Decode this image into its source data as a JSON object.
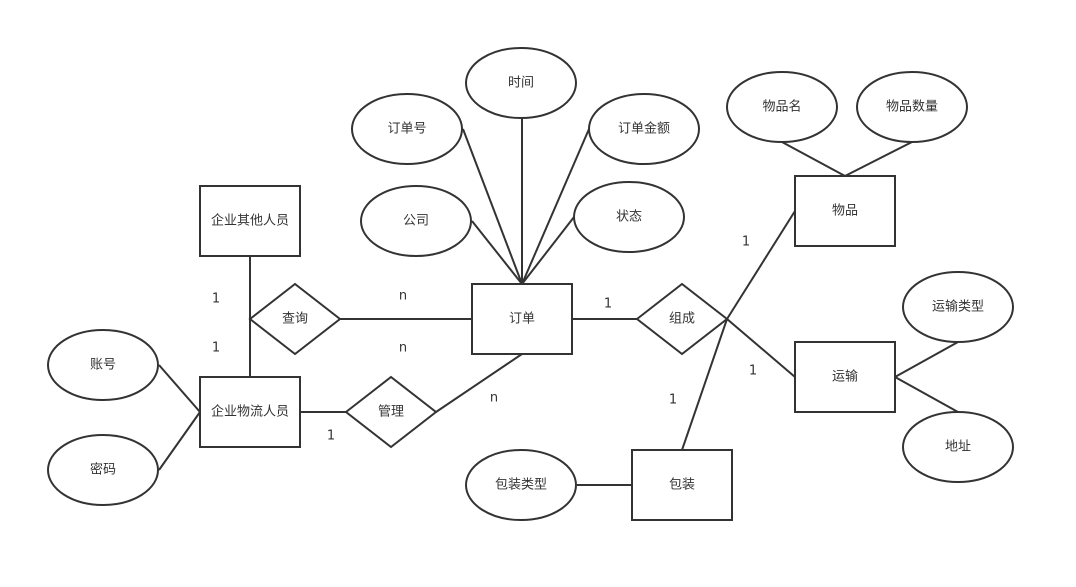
{
  "diagram": {
    "type": "er-diagram",
    "entities": [
      {
        "id": "other_staff",
        "label": "企业其他人员"
      },
      {
        "id": "order",
        "label": "订单"
      },
      {
        "id": "goods",
        "label": "物品"
      },
      {
        "id": "transport",
        "label": "运输"
      },
      {
        "id": "logistics_staff",
        "label": "企业物流人员"
      },
      {
        "id": "package",
        "label": "包装"
      }
    ],
    "relationships": [
      {
        "id": "query",
        "label": "查询"
      },
      {
        "id": "compose",
        "label": "组成"
      },
      {
        "id": "manage",
        "label": "管理"
      }
    ],
    "attributes": [
      {
        "id": "time",
        "label": "时间"
      },
      {
        "id": "order_no",
        "label": "订单号"
      },
      {
        "id": "order_amount",
        "label": "订单金额"
      },
      {
        "id": "company",
        "label": "公司"
      },
      {
        "id": "status",
        "label": "状态"
      },
      {
        "id": "goods_name",
        "label": "物品名"
      },
      {
        "id": "goods_qty",
        "label": "物品数量"
      },
      {
        "id": "transport_type",
        "label": "运输类型"
      },
      {
        "id": "address",
        "label": "地址"
      },
      {
        "id": "account",
        "label": "账号"
      },
      {
        "id": "password",
        "label": "密码"
      },
      {
        "id": "package_type",
        "label": "包装类型"
      }
    ],
    "cardinalities": [
      {
        "id": "c1",
        "label": "1"
      },
      {
        "id": "c2",
        "label": "1"
      },
      {
        "id": "c3",
        "label": "n"
      },
      {
        "id": "c4",
        "label": "n"
      },
      {
        "id": "c5",
        "label": "1"
      },
      {
        "id": "c6",
        "label": "n"
      },
      {
        "id": "c7",
        "label": "1"
      },
      {
        "id": "c8",
        "label": "1"
      },
      {
        "id": "c9",
        "label": "1"
      },
      {
        "id": "c10",
        "label": "1"
      }
    ]
  }
}
